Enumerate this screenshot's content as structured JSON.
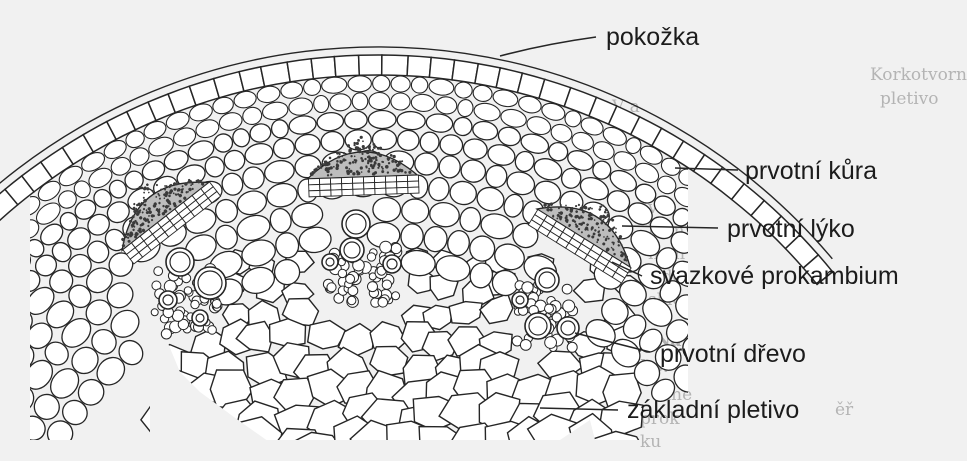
{
  "labels": {
    "epidermis": "pokožka",
    "primary_cortex": "prvotní kůra",
    "primary_phloem": "prvotní lýko",
    "fascicular_procambium": "svazkové prokambium",
    "primary_xylem": "prvotní dřevo",
    "ground_tissue": "základní pletivo"
  },
  "colors": {
    "background": "#f1f1f1",
    "line": "#262626",
    "cell_fill": "#ffffff",
    "phloem_stipple": "#3a3a3a",
    "text": "#1c1c1c",
    "bleed_through": "#b4b4b4"
  }
}
